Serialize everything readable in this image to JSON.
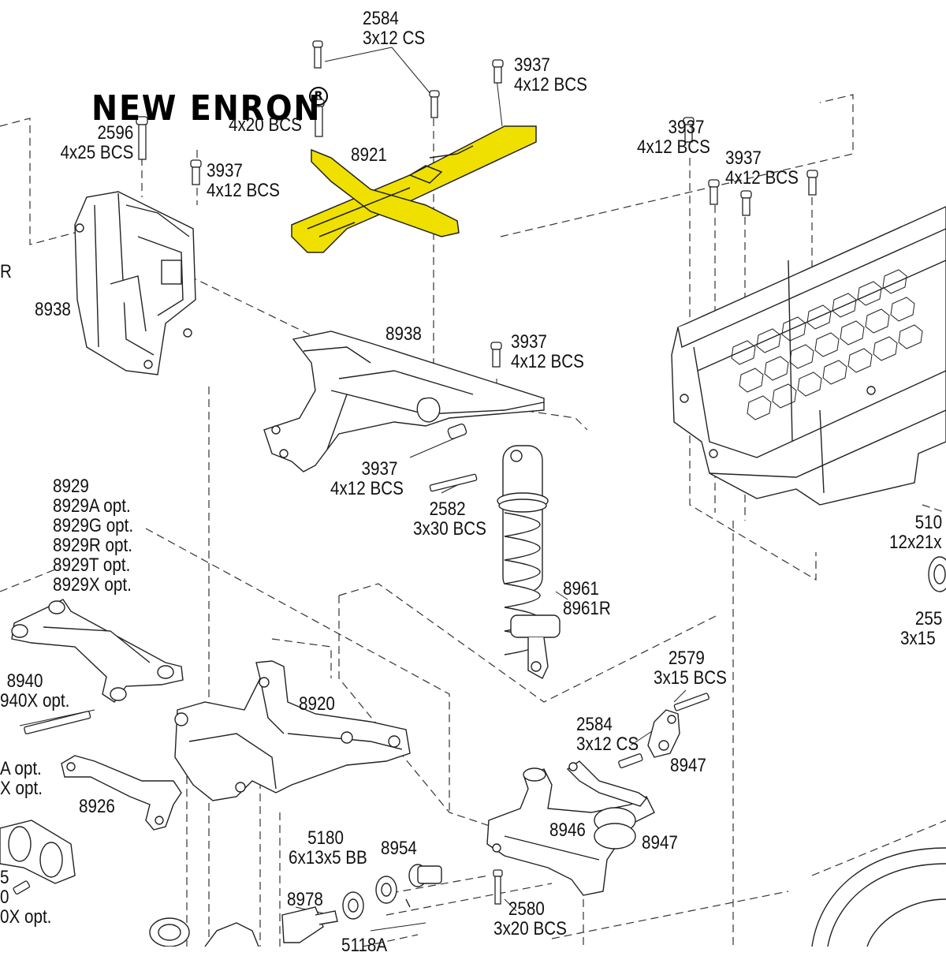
{
  "watermark": {
    "text": "NEW ENRON",
    "mark": "R"
  },
  "highlight_color": "#f0e000",
  "callouts": {
    "c2584a": [
      "2584",
      "3x12 CS"
    ],
    "c3937a": [
      "3937",
      "4x12 BCS"
    ],
    "c2596": [
      "2596",
      "4x25 BCS"
    ],
    "c4x20": [
      "4x20 BCS"
    ],
    "c3937b": [
      "3937",
      "4x12 BCS"
    ],
    "c8921": [
      "8921"
    ],
    "c3937c": [
      "3937",
      "4x12 BCS"
    ],
    "c3937d": [
      "3937",
      "4x12 BCS"
    ],
    "cR": [
      "R"
    ],
    "c8938a": [
      "8938"
    ],
    "c8938b": [
      "8938"
    ],
    "c3937e": [
      "3937",
      "4x12 BCS"
    ],
    "c3937f": [
      "3937",
      "4x12 BCS"
    ],
    "c2582": [
      "2582",
      "3x30 BCS"
    ],
    "c8929": [
      "8929",
      "8929A opt.",
      "8929G opt.",
      "8929R opt.",
      "8929T opt.",
      "8929X opt."
    ],
    "c510": [
      "510",
      "12x21x"
    ],
    "c255": [
      "255",
      "3x15"
    ],
    "c8961": [
      "8961",
      "8961R"
    ],
    "c8940": [
      "8940",
      "940X opt."
    ],
    "c8920": [
      "8920"
    ],
    "c2579": [
      "2579",
      "3x15 BCS"
    ],
    "c2584b": [
      "2584",
      "3x12 CS"
    ],
    "c8947a": [
      "8947"
    ],
    "cAopt": [
      "A opt.",
      "X opt."
    ],
    "c8926": [
      "8926"
    ],
    "c8946": [
      "8946"
    ],
    "c8947b": [
      "8947"
    ],
    "c5180": [
      "5180",
      "6x13x5 BB"
    ],
    "c8954": [
      "8954"
    ],
    "c5": [
      "5",
      "0",
      "0X opt."
    ],
    "c8978": [
      "8978"
    ],
    "c2580": [
      "2580",
      "3x20 BCS"
    ],
    "c5118A": [
      "5118A"
    ]
  }
}
